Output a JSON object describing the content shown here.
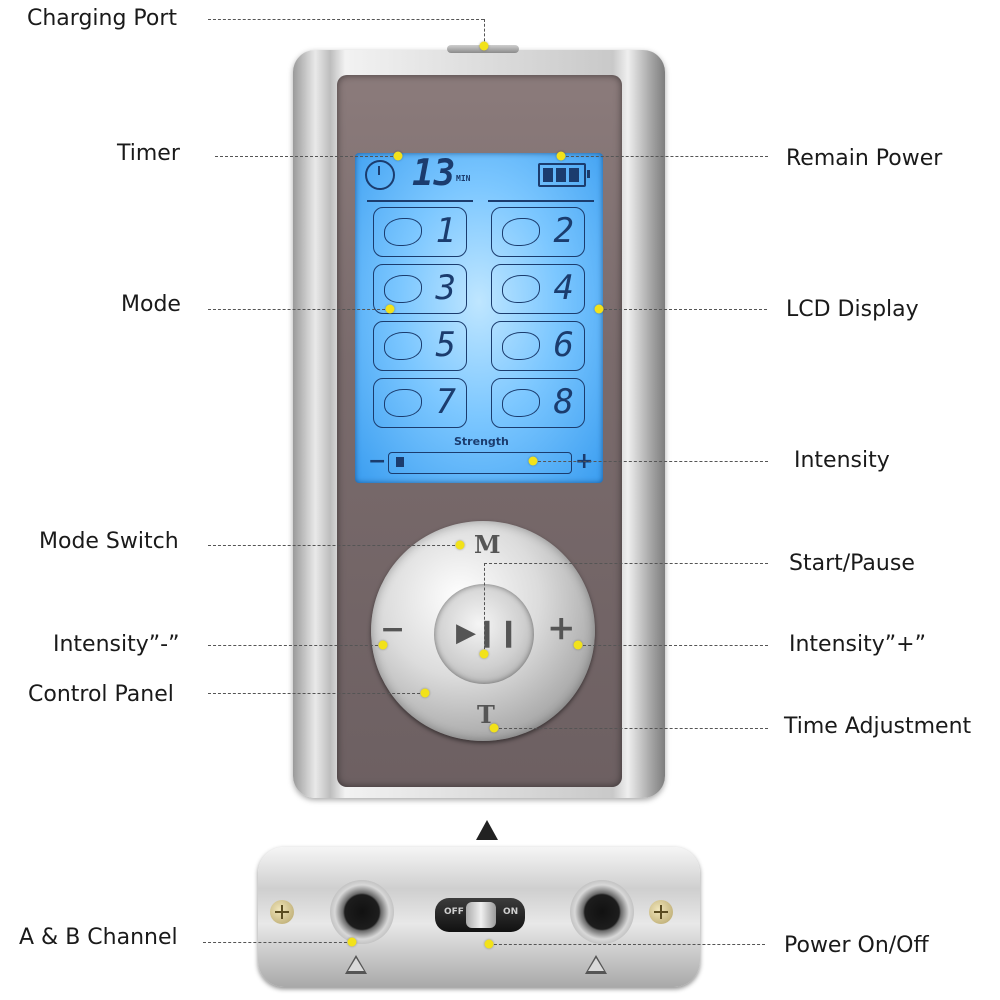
{
  "labels": {
    "charging_port": "Charging Port",
    "timer": "Timer",
    "remain_power": "Remain Power",
    "mode": "Mode",
    "lcd_display": "LCD Display",
    "intensity": "Intensity",
    "mode_switch": "Mode Switch",
    "start_pause": "Start/Pause",
    "intensity_minus": "Intensity”-”",
    "intensity_plus": "Intensity”+”",
    "control_panel": "Control Panel",
    "time_adjustment": "Time Adjustment",
    "ab_channel": "A & B Channel",
    "power_onoff": "Power On/Off"
  },
  "lcd": {
    "timer_value": "13",
    "timer_unit": "MIN",
    "modes": [
      "1",
      "2",
      "3",
      "4",
      "5",
      "6",
      "7",
      "8"
    ],
    "strength_label": "Strength",
    "minus": "−",
    "plus": "+",
    "strength_level": 0.05
  },
  "control": {
    "m": "M",
    "t": "T",
    "minus": "−",
    "plus": "+",
    "play_pause": "▶❙❙"
  },
  "switch": {
    "off": "OFF",
    "on": "ON"
  },
  "colors": {
    "lcd": "#7cc7ff",
    "callout_dot": "#f2e21a",
    "body": "#c9c9c9"
  }
}
